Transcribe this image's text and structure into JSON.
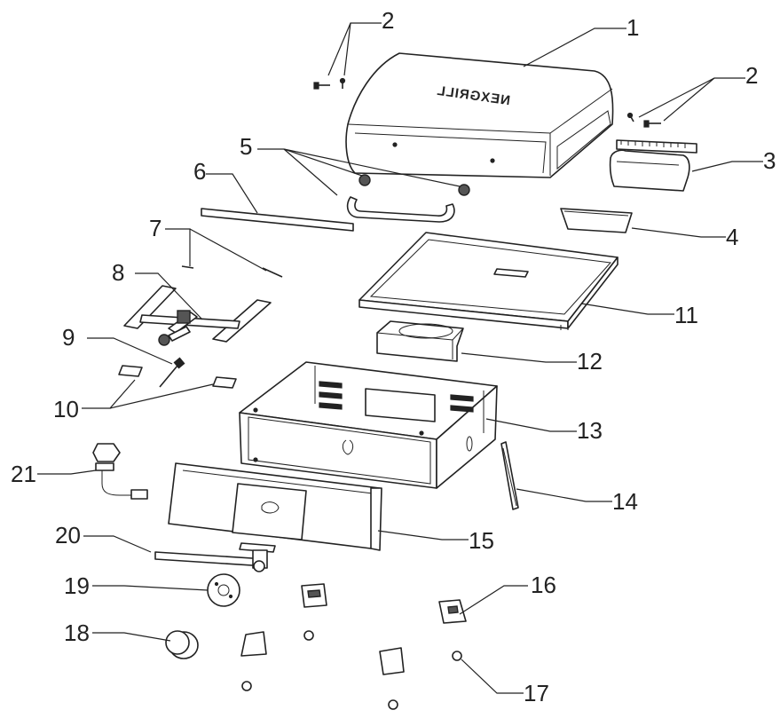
{
  "callouts": [
    {
      "id": "1",
      "label": "1"
    },
    {
      "id": "2a",
      "label": "2"
    },
    {
      "id": "2b",
      "label": "2"
    },
    {
      "id": "3",
      "label": "3"
    },
    {
      "id": "4",
      "label": "4"
    },
    {
      "id": "5",
      "label": "5"
    },
    {
      "id": "6",
      "label": "6"
    },
    {
      "id": "7",
      "label": "7"
    },
    {
      "id": "8",
      "label": "8"
    },
    {
      "id": "9",
      "label": "9"
    },
    {
      "id": "10",
      "label": "10"
    },
    {
      "id": "11",
      "label": "11"
    },
    {
      "id": "12",
      "label": "12"
    },
    {
      "id": "13",
      "label": "13"
    },
    {
      "id": "14",
      "label": "14"
    },
    {
      "id": "15",
      "label": "15"
    },
    {
      "id": "16",
      "label": "16"
    },
    {
      "id": "17",
      "label": "17"
    },
    {
      "id": "18",
      "label": "18"
    },
    {
      "id": "19",
      "label": "19"
    },
    {
      "id": "20",
      "label": "20"
    },
    {
      "id": "21",
      "label": "21"
    }
  ],
  "lid_logo": "NEXGRILL",
  "colors": {
    "line": "#222222",
    "background": "#ffffff"
  }
}
